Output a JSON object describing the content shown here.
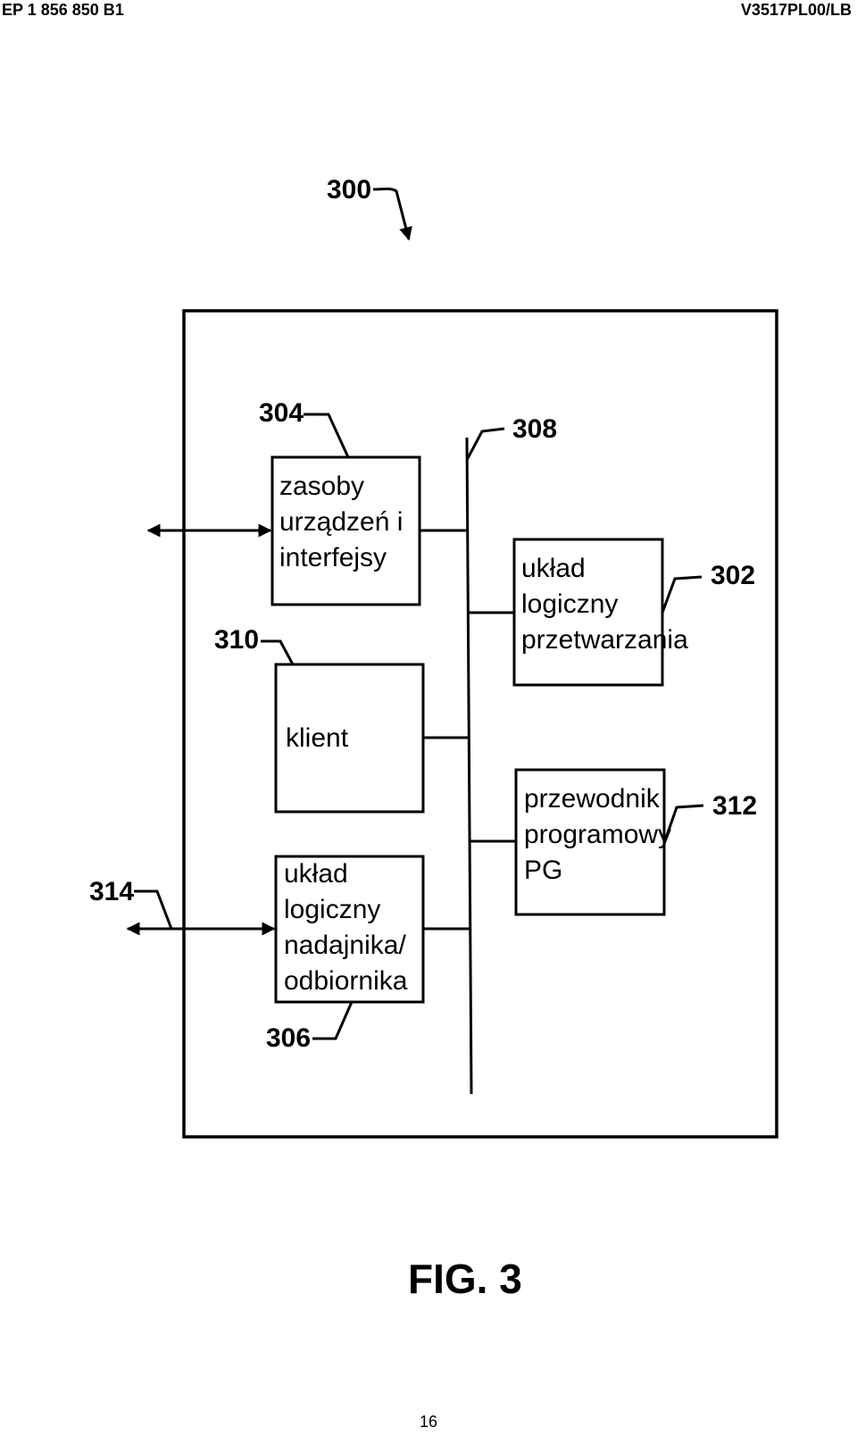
{
  "header": {
    "left": "EP 1 856 850 B1",
    "right": "V3517PL00/LB"
  },
  "diagram": {
    "ref_main": "300",
    "ref_bus": "308",
    "boxes": {
      "resources": {
        "ref": "304",
        "lines": [
          "zasoby",
          "urządzeń i",
          "interfejsy"
        ]
      },
      "client": {
        "ref": "310",
        "lines": [
          "klient"
        ]
      },
      "transceiver": {
        "ref": "306",
        "lines": [
          "układ",
          "logiczny",
          "nadajnika/",
          "odbiornika"
        ]
      },
      "processing": {
        "ref": "302",
        "lines": [
          "układ",
          "logiczny",
          "przetwarzania"
        ]
      },
      "guide": {
        "ref": "312",
        "lines": [
          "przewodnik",
          "programowy",
          "PG"
        ]
      }
    },
    "ref_external": "314"
  },
  "figure_label": "FIG. 3",
  "page_number": "16"
}
